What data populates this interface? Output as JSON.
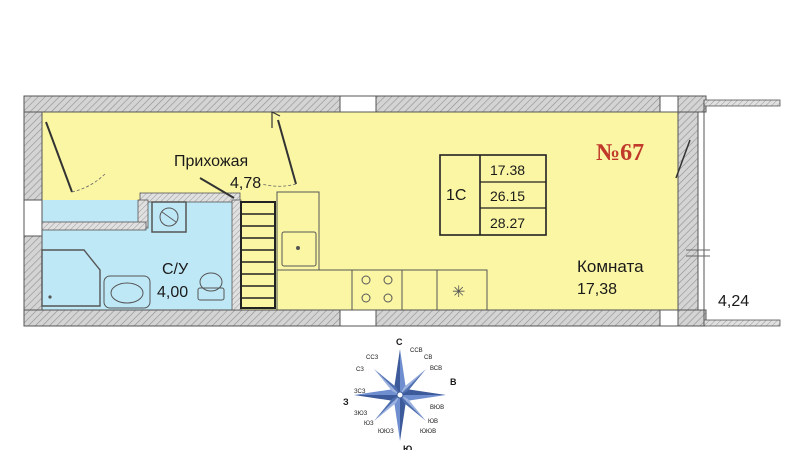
{
  "apartment": {
    "number": "№67",
    "type": "1С",
    "areas": [
      "17.38",
      "26.15",
      "28.27"
    ]
  },
  "rooms": {
    "hallway": {
      "name": "Прихожая",
      "area": "4,78"
    },
    "bathroom": {
      "name": "С/У",
      "area": "4,00"
    },
    "living": {
      "name": "Комната",
      "area": "17,38"
    },
    "balcony": {
      "area": "4,24"
    }
  },
  "compass": {
    "main": {
      "north": "С",
      "east": "В",
      "south": "Ю",
      "west": "З"
    },
    "secondary": [
      "ССВ",
      "СВ",
      "ВСВ",
      "ВЮВ",
      "ЮВ",
      "ЮЮВ",
      "ЮЮЗ",
      "ЮЗ",
      "ЗЮЗ",
      "ЗСЗ",
      "СЗ",
      "ССЗ"
    ]
  },
  "colors": {
    "living": "#fbf6a4",
    "bathroom": "#bfe8f7",
    "wall": "#9a9a9a",
    "compass": "#4f6fb0",
    "apt_number": "#c0392b"
  }
}
